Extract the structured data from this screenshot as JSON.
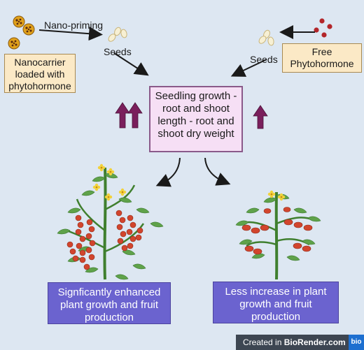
{
  "labels": {
    "nano_priming": "Nano-priming",
    "seeds_left": "Seeds",
    "seeds_right": "Seeds",
    "nanocarrier": "Nanocarrier loaded with phytohormone",
    "free": "Free Phytohormone",
    "seedling": "Seedling growth - root and shoot length - root and shoot dry weight",
    "result_left": "Signficantly enhanced plant growth and fruit production",
    "result_right": "Less increase in plant growth and fruit production"
  },
  "badge": {
    "prefix": "Created in ",
    "brand": "BioRender.com",
    "logo": "bio"
  },
  "colors": {
    "background": "#dde7f2",
    "up_arrow": "#7a1f5c",
    "tan_box": "#fbe9c6",
    "pink_box": "#f6dff5",
    "blue_box": "#6b63cf",
    "red_particles": "#b3262a",
    "nanoparticle": "#e0a11a"
  },
  "icons": [
    "nanoparticle-icon",
    "seed-icon",
    "phytohormone-particle-icon",
    "up-arrow-icon",
    "tomato-plant-icon"
  ]
}
